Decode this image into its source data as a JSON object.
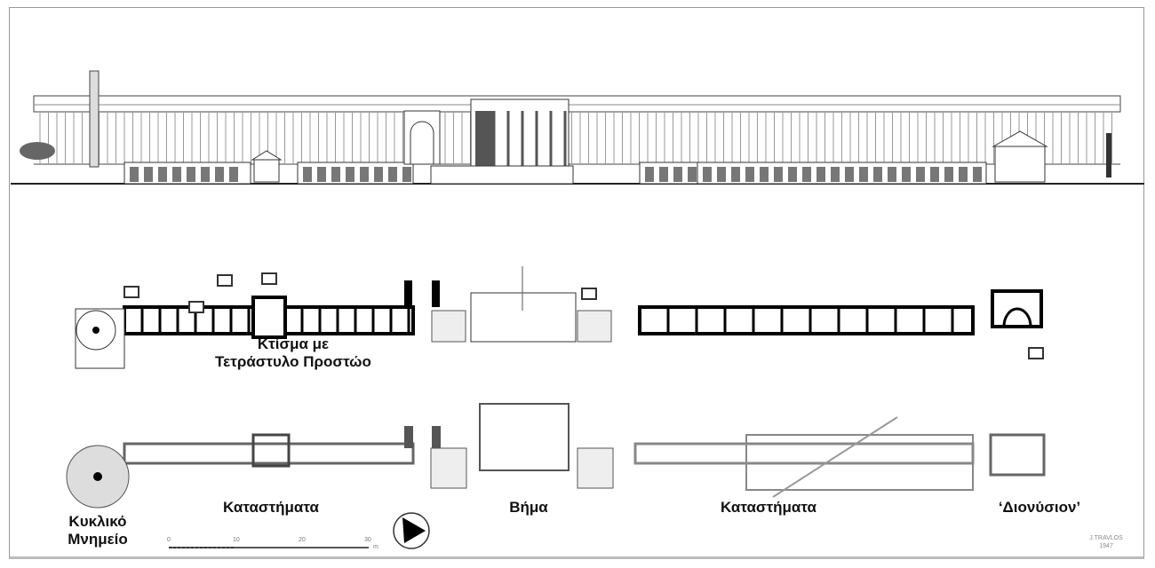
{
  "labels": {
    "building_tetrastyle": "Κτίσμα με\nΤετράστυλο Προστώο",
    "round_monument": "Κυκλικό\nΜνημείο",
    "shops_left": "Καταστήματα",
    "bema": "Βήμα",
    "shops_right": "Καταστήματα",
    "dionysion": "‘Διονύσιον’"
  },
  "scale_bar": {
    "ticks": [
      "0",
      "10",
      "20",
      "30"
    ],
    "unit": "m"
  },
  "signature": "J.TRAVLOS 1947"
}
